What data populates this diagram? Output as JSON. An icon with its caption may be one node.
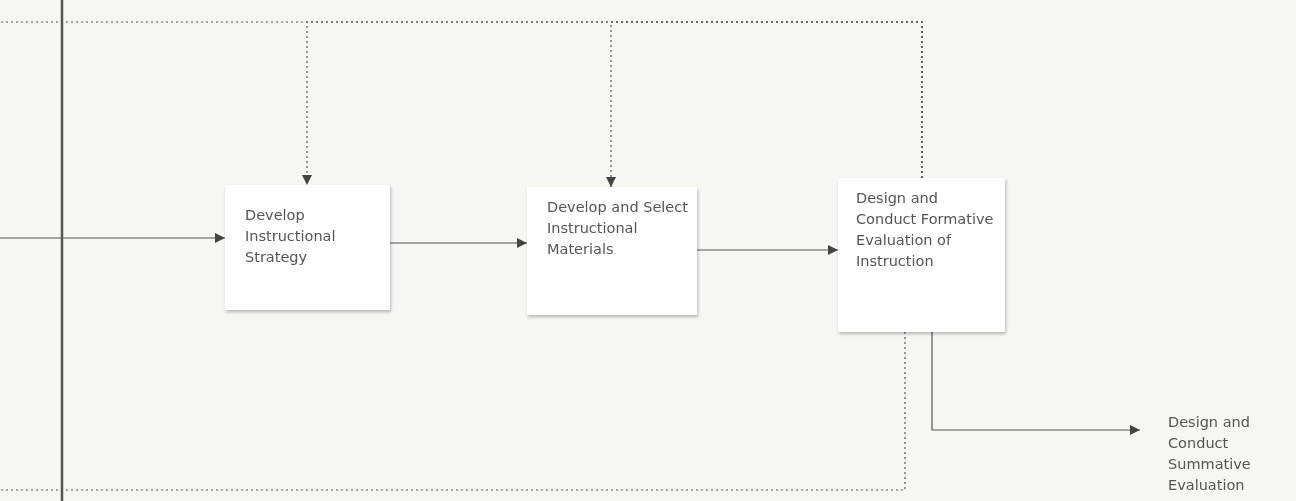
{
  "diagram": {
    "nodes": [
      {
        "text": [
          "Develop Instructional Strategy"
        ]
      },
      {
        "text": [
          "Develop and Select Instructional Materials"
        ]
      },
      {
        "text": [
          "Design and Conduct Formative Evaluation of Instruction"
        ]
      },
      {
        "text": [
          "Design and Conduct Summative Evaluation"
        ]
      }
    ],
    "edges": [
      {
        "from": null,
        "to": 0,
        "arrow": "to"
      },
      {
        "from": 0,
        "to": 1,
        "arrow": "to"
      },
      {
        "from": 1,
        "to": 2,
        "arrow": "to"
      },
      {
        "from": 2,
        "to": 3,
        "arrow": "to"
      },
      {
        "from": 2,
        "to": 0,
        "arrow": "to",
        "style": "dashed"
      },
      {
        "from": 2,
        "to": 1,
        "arrow": "to",
        "style": "dashed"
      },
      {
        "from": 2,
        "to": null,
        "arrow": "none",
        "style": "dashed"
      },
      {
        "from": 2,
        "to": null,
        "arrow": "none",
        "style": "dashed"
      }
    ]
  }
}
